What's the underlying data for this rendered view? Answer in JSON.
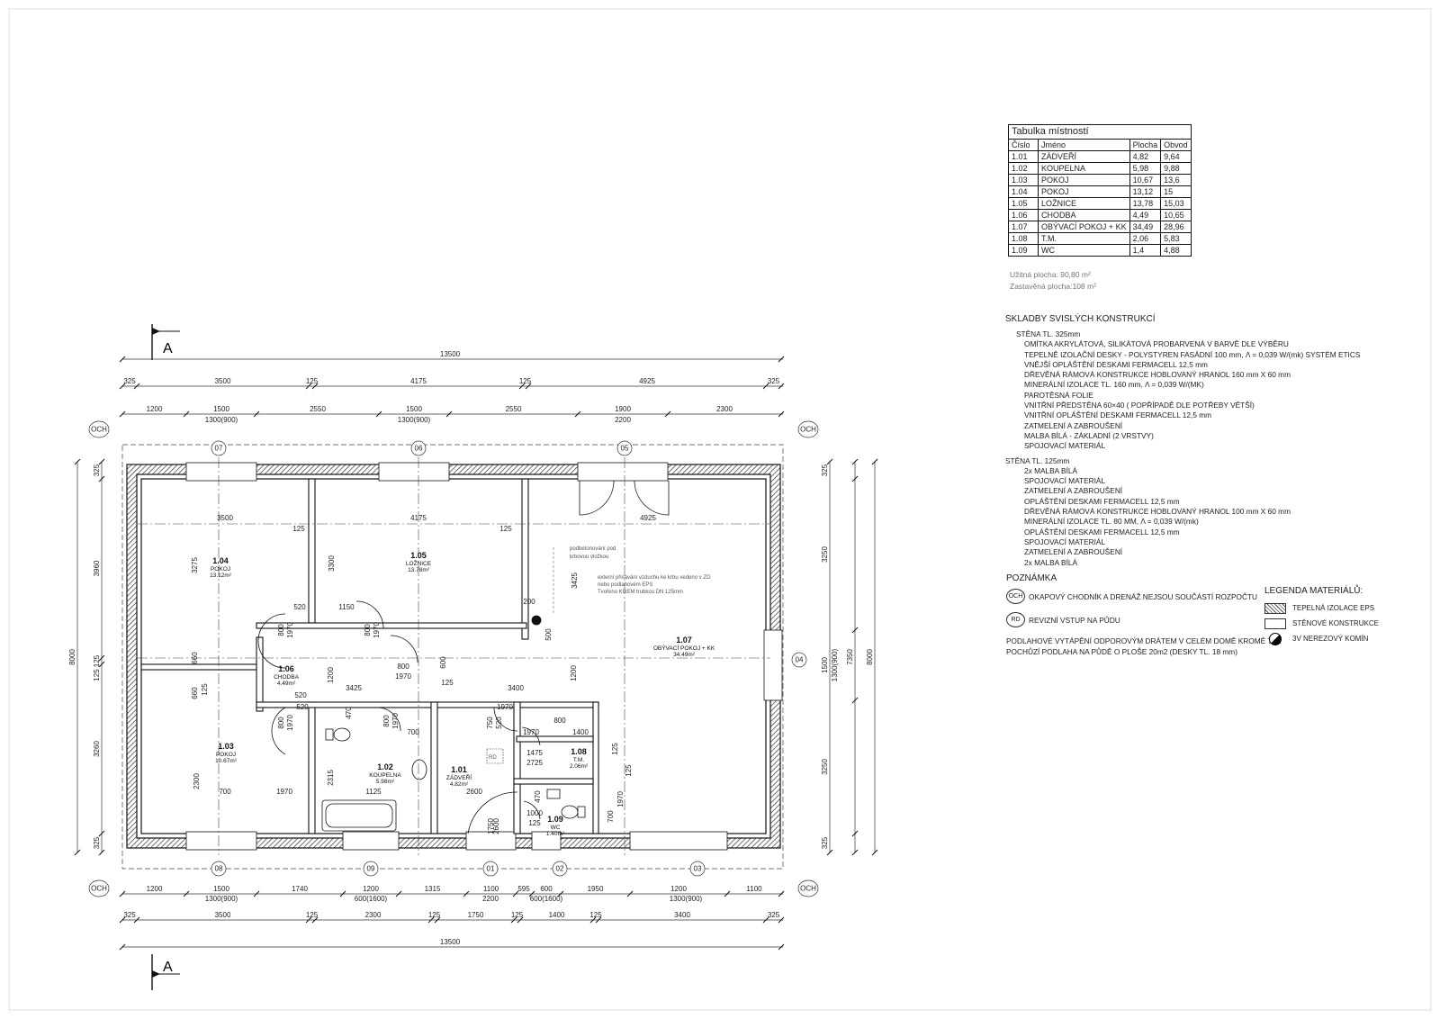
{
  "room_table": {
    "title": "Tabulka místností",
    "headers": [
      "Číslo",
      "Jméno",
      "Plocha",
      "Obvod"
    ],
    "rows": [
      [
        "1.01",
        "ZÁDVEŘÍ",
        "4,82",
        "9,64"
      ],
      [
        "1.02",
        "KOUPELNA",
        "5,98",
        "9,88"
      ],
      [
        "1.03",
        "POKOJ",
        "10,67",
        "13,6"
      ],
      [
        "1.04",
        "POKOJ",
        "13,12",
        "15"
      ],
      [
        "1.05",
        "LOŽNICE",
        "13,78",
        "15,03"
      ],
      [
        "1.06",
        "CHODBA",
        "4,49",
        "10,65"
      ],
      [
        "1.07",
        "OBÝVACÍ POKOJ + KK",
        "34,49",
        "28,96"
      ],
      [
        "1.08",
        "T.M.",
        "2,06",
        "5,83"
      ],
      [
        "1.09",
        "WC",
        "1,4",
        "4,88"
      ]
    ],
    "usable_area": "Užitná plocha: 90,80 m²",
    "built_area": "Zastavěná plocha:108 m²"
  },
  "specs": {
    "heading": "SKLADBY SVISLÝCH KONSTRUKCÍ",
    "wall1": "STĚNA TL. 325mm",
    "wall1_layers": [
      "OMÍTKA AKRYLÁTOVÁ, SILIKÁTOVÁ PROBARVENÁ V BARVĚ DLE VÝBĚRU",
      "TEPELNĚ IZOLAČNÍ DESKY - POLYSTYREN FASÁDNÍ 100 mm, Λ = 0,039 W/(mk) SYSTÉM ETICS",
      "VNĚJŠÍ OPLÁŠTĚNÍ DESKAMI FERMACELL 12,5 mm",
      "DŘEVĚNÁ RÁMOVÁ KONSTRUKCE HOBLOVANÝ HRANOL 160 mm X 60 mm",
      "MINERÁLNÍ IZOLACE TL. 160 mm, Λ = 0,039 W/(MK)",
      "PAROTĚSNÁ FOLIE",
      "VNITŘNÍ PŘEDSTĚNA 60×40 ( POPŘÍPADĚ DLE POTŘEBY VĚTŠÍ)",
      "VNITŘNÍ OPLÁŠTĚNÍ DESKAMI FERMACELL 12,5 mm",
      "ZATMELENÍ A ZABROUŠENÍ",
      "MALBA BÍLÁ - ZÁKLADNÍ (2 VRSTVY)",
      "SPOJOVACÍ MATERIÁL"
    ],
    "wall2": "STĚNA TL. 125mm",
    "wall2_layers": [
      "2x MALBA BÍLÁ",
      "SPOJOVACÍ MATERIÁL",
      "ZATMELENÍ A ZABROUŠENÍ",
      "OPLÁŠTĚNÍ DESKAMI FERMACELL 12,5 mm",
      "DŘEVĚNÁ RÁMOVÁ KONSTRUKCE HOBLOVANÝ HRANOL 100 mm X 60 mm",
      "MINERÁLNÍ IZOLACE TL. 80 MM, Λ = 0,039 W/(mk)",
      "OPLÁŠTĚNÍ DESKAMI FERMACELL 12,5 mm",
      "SPOJOVACÍ MATERIÁL",
      "ZATMELENÍ A ZABROUŠENÍ",
      "2x MALBA BÍLÁ"
    ]
  },
  "notes": {
    "heading": "POZNÁMKA",
    "och_badge": "OCH",
    "och_text": "OKAPOVÝ CHODNÍK A DRENÁŽ NEJSOU SOUČÁSTÍ ROZPOČTU",
    "rd_badge": "RD",
    "rd_text": "REVIZNÍ VSTUP NA PŮDU",
    "heating_1": "PODLAHOVÉ VYTÁPĚNÍ ODPOROVÝM DRÁTEM V CELÉM DOMĚ KROMĚ T.M.",
    "heating_2": "POCHŮZÍ PODLAHA NA PŮDĚ O PLOŠE 20m2 (DESKY TL. 18 mm)"
  },
  "legend": {
    "heading": "LEGENDA MATERIÁLŮ:",
    "items": [
      "TEPELNÁ IZOLACE EPS",
      "STĚNOVÉ KONSTRUKCE",
      "3V NEREZOVÝ KOMÍN"
    ]
  },
  "plan": {
    "section_mark": "A",
    "rooms": [
      {
        "num": "1.04",
        "name": "POKOJ",
        "area": "13.12m²"
      },
      {
        "num": "1.05",
        "name": "LOŽNICE",
        "area": "13.78m²"
      },
      {
        "num": "1.07",
        "name": "OBÝVACÍ POKOJ + KK",
        "area": "34.49m²"
      },
      {
        "num": "1.06",
        "name": "CHODBA",
        "area": "4.49m²"
      },
      {
        "num": "1.03",
        "name": "POKOJ",
        "area": "10.67m²"
      },
      {
        "num": "1.02",
        "name": "KOUPELNA",
        "area": "5.98m²"
      },
      {
        "num": "1.01",
        "name": "ZÁDVEŘÍ",
        "area": "4.82m²"
      },
      {
        "num": "1.08",
        "name": "T.M.",
        "area": "2.06m²"
      },
      {
        "num": "1.09",
        "name": "WC",
        "area": "1.40m²"
      }
    ],
    "notes": [
      "podbetonování pod",
      "krbovou vložkou",
      "externí přisávání vzduchu ke krbu vedeno v ZD",
      "nebo podlahovém EPS",
      "Tvořeno KGEM trubkou DN 125mm"
    ],
    "rd": "RD",
    "och": "OCH",
    "window_labels": [
      "07",
      "06",
      "05",
      "08",
      "09",
      "01",
      "02",
      "03",
      "04"
    ],
    "dims_top_total": "13500",
    "dims_top_walls": [
      "325",
      "3500",
      "125",
      "4175",
      "125",
      "4925",
      "325"
    ],
    "dims_top_openings": [
      "1200",
      "1500",
      "2550",
      "1500",
      "2550",
      "1900",
      "2300"
    ],
    "dims_top_window_sizes": [
      "1300(900)",
      "1300(900)",
      "2200"
    ],
    "dims_bottom_openings": [
      "1200",
      "1500",
      "1740",
      "1200",
      "1315",
      "1100",
      "595",
      "600",
      "1950",
      "1200",
      "1100"
    ],
    "dims_bottom_window_sizes": [
      "1300(900)",
      "600(1600)",
      "2200",
      "600(1600)",
      "1300(900)"
    ],
    "dims_bottom_walls": [
      "325",
      "3500",
      "125",
      "2300",
      "125",
      "1750",
      "125",
      "1400",
      "125",
      "3400",
      "325"
    ],
    "dims_bottom_total": "13500",
    "dims_left": [
      "325",
      "3960",
      "125",
      "3260",
      "325"
    ],
    "dims_left_total": "8000",
    "dims_right_walls": [
      "325",
      "3250",
      "1500",
      "3250",
      "325"
    ],
    "dims_right_opening": "1300(900)",
    "dims_right_inner": "7350",
    "dims_right_total": "8000",
    "inner_dims": [
      "3500",
      "4175",
      "4925",
      "125",
      "125",
      "3275",
      "3300",
      "3425",
      "520",
      "1150",
      "520",
      "800",
      "1970",
      "800",
      "1970",
      "800",
      "1970",
      "660",
      "660",
      "125",
      "125",
      "1200",
      "3425",
      "3400",
      "600",
      "125",
      "500",
      "200",
      "1200",
      "520",
      "800",
      "1970",
      "800",
      "1970",
      "700",
      "1970",
      "750",
      "520",
      "800",
      "1970",
      "1400",
      "125",
      "125",
      "1475",
      "2725",
      "700",
      "1970",
      "1000",
      "125",
      "700",
      "1970",
      "2315",
      "1125",
      "2600",
      "2300",
      "1750",
      "2600",
      "470",
      "470",
      "125",
      "125"
    ]
  }
}
